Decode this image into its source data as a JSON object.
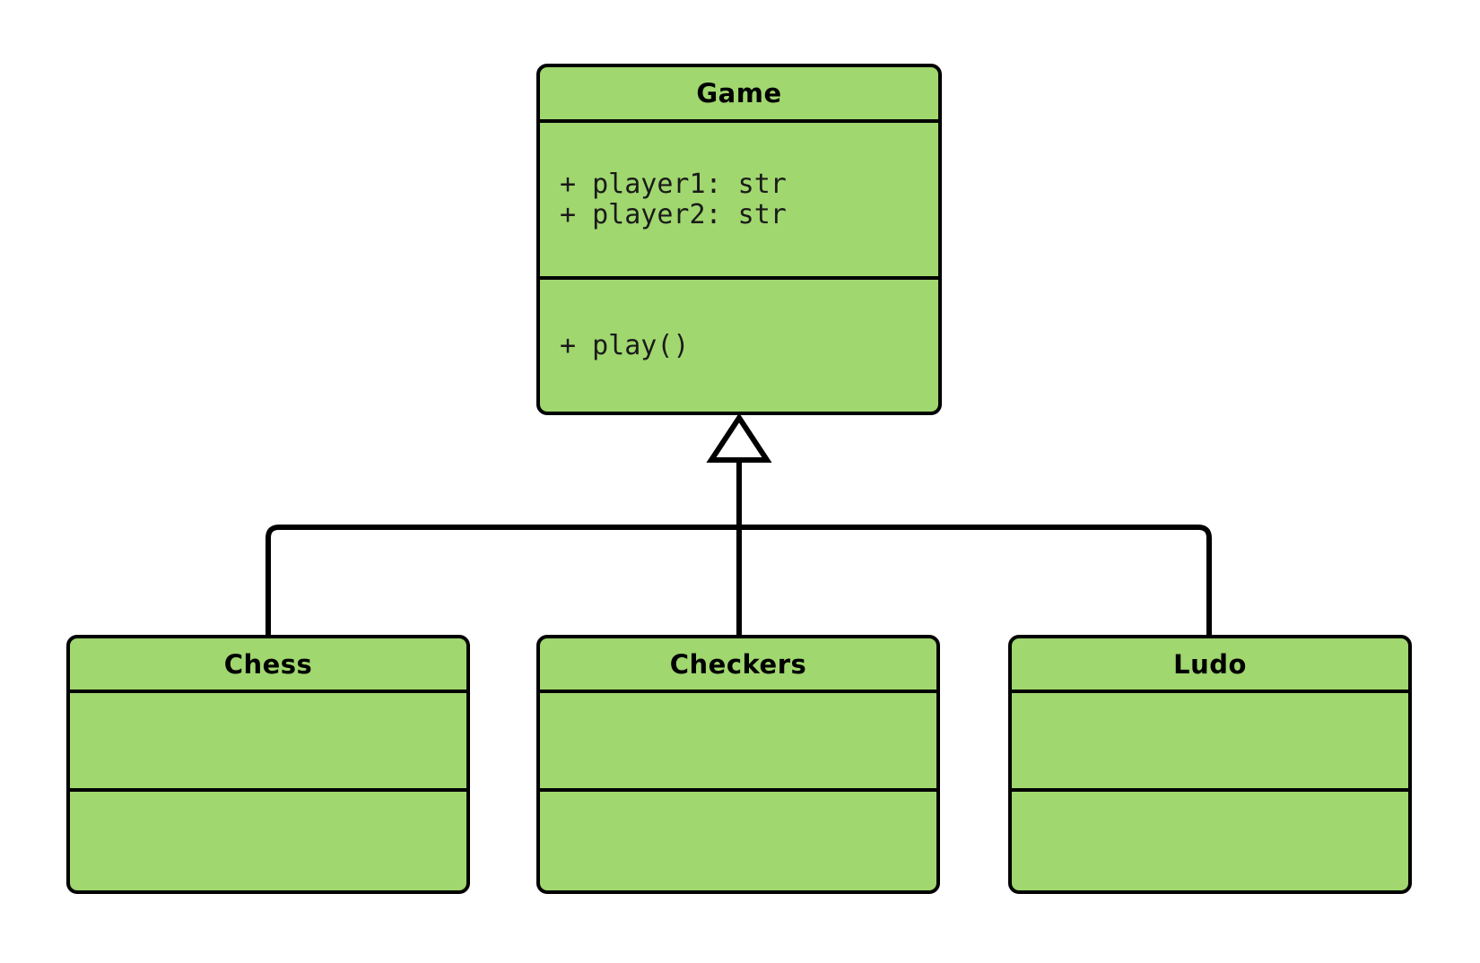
{
  "diagram": {
    "type": "uml-class-diagram",
    "relationship": "generalization",
    "palette": {
      "class_fill": "#a0d76f",
      "border": "#000000",
      "background": "#ffffff",
      "text": "#000000"
    },
    "classes": {
      "game": {
        "name": "Game",
        "attributes": [
          "+ player1: str",
          "+ player2: str"
        ],
        "methods": [
          "+ play()"
        ]
      },
      "chess": {
        "name": "Chess",
        "attributes": [],
        "methods": []
      },
      "checkers": {
        "name": "Checkers",
        "attributes": [],
        "methods": []
      },
      "ludo": {
        "name": "Ludo",
        "attributes": [],
        "methods": []
      }
    }
  }
}
